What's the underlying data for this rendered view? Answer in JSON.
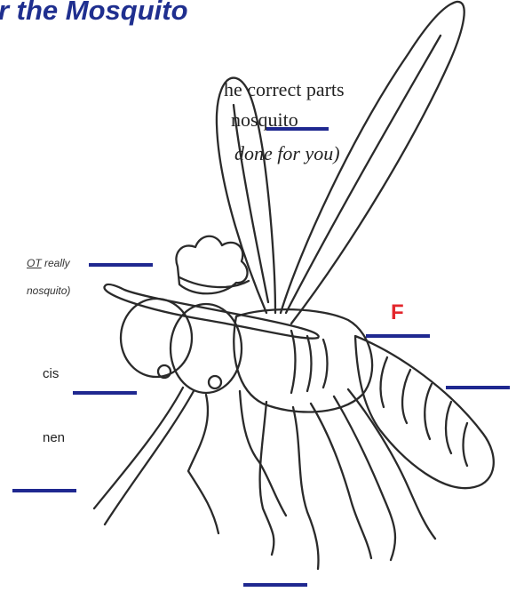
{
  "title": "r the  Mosquito",
  "instructions": {
    "line1": "he correct parts",
    "line2": "nosquito",
    "line3": "done for you)"
  },
  "hat_note": {
    "line1_prefix": "",
    "line1_underlined": "OT",
    "line1_suffix": " really",
    "line2": "nosquito)"
  },
  "parts": {
    "thorax_partial": "cis",
    "abdomen_partial": "nen"
  },
  "filled_answer": "F",
  "colors": {
    "title": "#1f2f8f",
    "blank_line": "#1f2890",
    "answer": "#e3262c",
    "drawing_stroke": "#2a2a2a"
  }
}
